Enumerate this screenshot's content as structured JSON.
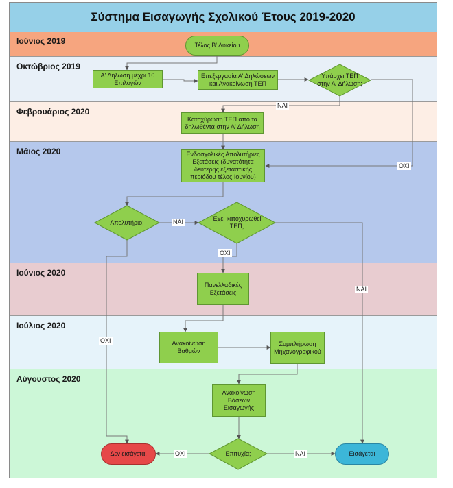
{
  "title": "Σύστημα Εισαγωγής Σχολικού Έτους 2019-2020",
  "lanes": [
    {
      "label": "Ιούνιος 2019",
      "color": "#f6a57f"
    },
    {
      "label": "Οκτώβριος 2019",
      "color": "#e8f0f8"
    },
    {
      "label": "Φεβρουάριος 2020",
      "color": "#fdeee5"
    },
    {
      "label": "Μάιος 2020",
      "color": "#b5c8ec"
    },
    {
      "label": "Ιούνιος 2020",
      "color": "#e8ccd0"
    },
    {
      "label": "Ιούλιος 2020",
      "color": "#e6f3fa"
    },
    {
      "label": "Αύγουστος 2020",
      "color": "#ccf7d7"
    }
  ],
  "nodes": {
    "end_lyceum": "Τέλος Β' Λυκείου",
    "first_declaration": "Α' Δήλωση μέχρι 10 Επιλογών",
    "processing": "Επεξεργασία Α' Δηλώσεων και Ανακοίνωση ΤΕΠ",
    "tep_exists": "Υπάρχει ΤΕΠ στην Α' Δήλωση;",
    "tep_secured": "Κατοχύρωση ΤΕΠ από τα δηλωθέντα στην Α' Δήλωση",
    "school_exams": "Ενδοσχολικές Απολυτήριες Εξετάσεις (δυνατότητα δεύτερης εξεταστικής περιόδου τέλος Ιουνίου)",
    "diploma": "Απολυτήριο;",
    "has_tep": "Έχει κατοχυρωθεί ΤΕΠ;",
    "panhellenic": "Πανελλαδικές Εξετάσεις",
    "grades": "Ανακοίνωση Βαθμών",
    "form": "Συμπλήρωση Μηχανογραφικού",
    "bases": "Ανακοίνωση Βάσεων Εισαγωγής",
    "success": "Επιτυχία;",
    "not_admitted": "Δεν εισάγεται",
    "admitted": "Εισάγεται"
  },
  "edge_labels": {
    "tep_yes": "ΝΑΙ",
    "tep_no": "ΟΧΙ",
    "diploma_yes": "ΝΑΙ",
    "diploma_no": "ΟΧΙ",
    "has_tep_no": "ΟΧΙ",
    "has_tep_yes": "ΝΑΙ",
    "success_no": "ΟΧΙ",
    "success_yes": "ΝΑΙ"
  }
}
